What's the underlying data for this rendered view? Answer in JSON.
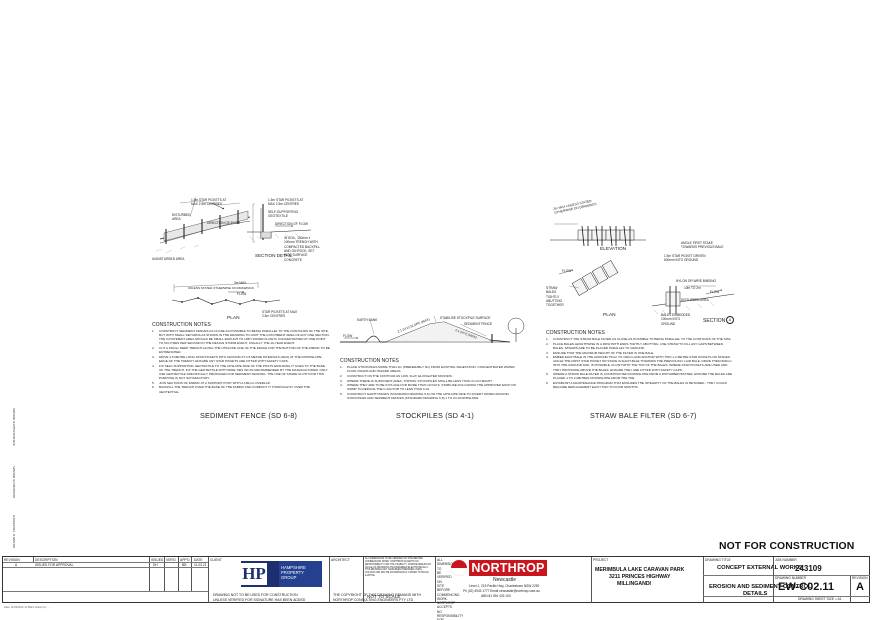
{
  "not_for_construction": "NOT FOR CONSTRUCTION",
  "side_labels": {
    "job_manager": "JOB MANAGER  B. BROWN",
    "designed": "DESIGNED  B. BROWN",
    "drawn": "DRAWN  D. FRAPPORTI"
  },
  "sediment_fence": {
    "caption": "SEDIMENT FENCE (SD 6-8)",
    "labels": {
      "stakes_top": "1.5m STAR PICKETS AT MAX 2.5m CENTRES",
      "disturbed": "DISTURBED AREA",
      "direction": "DIRECTION OF FLOW",
      "undisturbed": "UNDISTURBED AREA",
      "section_stakes": "1.5m STAR PICKETS AT MAX 2.5m CENTRES",
      "geotextile": "SELF-SUPPORTING GEOTEXTILE",
      "flow": "DIRECTION OF FLOW",
      "trench": "IN SOIL, 150mm x 100mm TRENCH WITH COMPACTED BACKFILL AND ON ROCK, SET INTO SURFACE CONCRETE",
      "section_detail": "SECTION DETAIL",
      "plan": "PLAN",
      "plan_top": "3m MAX",
      "plan_note": "UNLESS STATED OTHERWISE ON DRAWINGS",
      "plan_flow": "FLOW",
      "plan_stakes": "STAR PICKETS AT MAX 2.5m CENTRES"
    },
    "notes_title": "CONSTRUCTION NOTES",
    "notes": [
      "CONSTRUCT SEDIMENT FENCES AS CLOSE AS POSSIBLE TO BEING PARALLEL TO THE CONTOURS OF THE SITE, BUT WITH SMALL RETURNS AS SHOWN IN THE DRAWING TO LIMIT THE CATCHMENT AREA OF ANY ONE SECTION. THE CATCHMENT AREA SHOULD BE SMALL ENOUGH TO LIMIT WATER FLOW IF CONCENTRATED AT ONE POINT TO 50 LITRES PER SECOND IN THE DESIGN STORM EVENT, USUALLY THE 10-YEAR EVENT.",
      "CUT A 150mm DEEP TRENCH ALONG THE UPSLOPE LINE OF THE FENCE FOR THE BOTTOM OF THE FABRIC TO BE ENTRENCHED.",
      "DRIVE 1.5 METRE LONG STAR PICKETS INTO GROUND AT 2.5 METRE INTERVALS (MAX) AT THE DOWNSLOPE EDGE OF THE TRENCH. ENSURE ANY STAR PICKETS ARE FITTED WITH SAFETY CAPS.",
      "FIX SELF-SUPPORTING GEOTEXTILE TO THE UPSLOPE SIDE OF THE POSTS ENSURING IT GOES TO THE BASE OF THE TRENCH. FIX THE GEOTEXTILE WITH WIRE TIES OR AS RECOMMENDED BY THE MANUFACTURER. ONLY USE GEOTEXTILE SPECIFICALLY PRODUCED FOR SEDIMENT FENCING. THE USE OF SHADE CLOTH FOR THIS PURPOSE IS NOT SATISFACTORY.",
      "JOIN SECTIONS OF FABRIC AT A SUPPORT POST WITH A 150mm OVERLAP.",
      "BACKFILL THE TRENCH OVER THE BASE OF THE FABRIC AND COMPACT IT THOROUGHLY OVER THE GEOTEXTILE."
    ]
  },
  "stockpiles": {
    "caption": "STOCKPILES (SD 4-1)",
    "labels": {
      "earth_bank": "EARTH BANK",
      "stabilise": "STABILISE STOCKPILE SURFACE",
      "sediment_fence": "SEDIMENT FENCE",
      "flow": "FLOW",
      "slope_left": "2:1 (H:V) SLOPE (MAX)",
      "slope_right": "2:1 (H:V) (MAX)"
    },
    "notes_title": "CONSTRUCTION NOTES",
    "notes": [
      "PLACE STOCKPILES MORE THAN 2m (PREFERABLY 5m) FROM EXISTING VEGETATION, CONCENTRATED WATER FLOW, ROADS AND HAZARD AREAS.",
      "CONSTRUCT ON THE CONTOUR AS LOW, FLAT, ELONGATED MOUNDS.",
      "WHERE THERE IS SUFFICIENT AREA, TOPSOIL STOCKPILES SHALL BE LESS THAN 2m IN HEIGHT.",
      "WHERE THEY ARE TO BE IN PLACE FOR MORE THAN 10 DAYS, STABILISE FOLLOWING THE APPROVED ESCP OR SWMP TO REDUCE THE C-FACTOR TO LESS THAN 0.10.",
      "CONSTRUCT EARTH BANKS (STANDARD DRAWING 5-5) ON THE UPSLOPE SIDE TO DIVERT WATER AROUND STOCKPILES AND SEDIMENT FENCES (STANDARD DRAWING 6-8) 1 TO 2m DOWNSLOPE."
    ]
  },
  "straw_bale": {
    "caption": "STRAW BALE FILTER (SD 6-7)",
    "labels": {
      "elevation": "ELEVATION",
      "elev_note": "2m MAX UNLESS STATED OTHERWISE ON DRAWINGS",
      "angle_stake": "ANGLE FIRST STAKE TOWARDS PREVIOUS BALE",
      "star_picket": "1.5m STAR PICKET DRIVEN 600mm INTO GROUND",
      "flow": "FLOW",
      "straw_bales": "STRAW BALES TIGHTLY ABUTTING TOGETHER",
      "plan": "PLAN",
      "nylon": "NYLON OR WIRE BINDING",
      "dim": "10m TO 2m",
      "disturbed": "DISTURBED AREA",
      "flow2": "FLOW",
      "bales_embedded": "BALES EMBEDDED 100mm INTO GROUND",
      "section": "SECTION",
      "section_ref": "A"
    },
    "notes_title": "CONSTRUCTION NOTES",
    "notes": [
      "CONSTRUCT THE STRAW BALE FILTER AS CLOSE AS POSSIBLE TO BEING PARALLEL TO THE CONTOURS OF THE SITE.",
      "PLACE BALES LENGTHWISE IN A ROW WITH ENDS TIGHTLY ABUTTING. USE STRAW TO FILL ANY GAPS BETWEEN BALES. STRAWS ARE TO BE PLACED PARALLEL TO GROUND.",
      "ENSURE THAT THE MAXIMUM HEIGHT OF THE FILTER IS ONE BALE.",
      "EMBED EACH BALE IN THE GROUND 75mm TO 100mm AND ANCHOR WITH TWO 1.2 METRE STAR PICKETS OR STAKES. ANGLE THE FIRST STAR PICKET OR STAKE IN EACH BALE TOWARDS THE PREVIOUSLY LAID BALE. DRIVE THEM 600mm INTO THE GROUND AND, IF POSSIBLE, FLUSH WITH THE TOP OF THE BALES. WHERE STAR PICKETS ARE USED AND THEY PROTRUDE ABOVE THE BALES, ENSURE THEY ARE FITTED WITH SAFETY CAPS.",
      "WHERE A STRAW BALE FILTER IS CONSTRUCTED DOWNSLOPE FROM A DISTURBED BATTER, ENSURE THE BALES ARE PLACED 1 TO 2 METRES DOWNSLOPE FROM THE TOE.",
      "ESTABLISH A MAINTENANCE PROGRAM THAT ENSURES THE INTEGRITY OF THE BALES IS RETAINED - THEY COULD REQUIRE REPLACEMENT EACH TWO TO FOUR MONTHS."
    ]
  },
  "title_block": {
    "headers": {
      "revision": "REVISION",
      "description": "DESCRIPTION",
      "issued": "ISSUED",
      "verd": "VER'D",
      "appd": "APP'D",
      "date": "DATE",
      "client": "CLIENT",
      "architect": "ARCHITECT"
    },
    "row": {
      "revision": "A",
      "description": "ISSUED FOR APPROVAL",
      "issued": "DH",
      "verd": "",
      "appd": "BB",
      "date": "11.03.21"
    },
    "client_logo": {
      "letters": "HP",
      "name_line1": "HAMPSHIRE",
      "name_line2": "PROPERTY",
      "name_line3": "GROUP"
    },
    "drawing_note_line1": "DRAWING NOT TO BE USED FOR CONSTRUCTION",
    "drawing_note_line2": "UNLESS VERIFIED FOR SIGNATURE HAS BEEN ADDED",
    "copyright_line1": "THE COPYRIGHT OF THIS DRAWING REMAINS WITH",
    "copyright_line2": "NORTHROP CONSULTING ENGINEERS PTY LTD",
    "disclaimer": "ALL DIMENSIONS TO BE VERIFIED ON SITE BEFORE COMMENCING WORK. NORTHROP ACCEPTS NO RESPONSIBILITY FOR THE USABILITY, COMPLETENESS OR SCALE OF DRAWINGS TRANSFERRED ELECTRONICALLY. THIS DRAWING MAY HAVE BEEN PREPARED USING COLOUR AND MAY BE INCOMPLETE IF COPIED TO BLACK & WHITE.",
    "scale": "NOT TO SCALE",
    "firm": {
      "name": "NORTHROP",
      "office": "Newcastle",
      "address": "Level 1, 215 Pacific Hwy, Charlestown NSW 2290",
      "contact": "Ph (02) 4943 1777   Email newcastle@northrop.com.au",
      "abn": "ABN 81 094 433 100"
    },
    "project_label": "PROJECT",
    "project_line1": "MERIMBULA LAKE CARAVAN PARK",
    "project_line2": "3211 PRINCES HIGHWAY",
    "project_line3": "MILLINGANDI",
    "drawing_title_label": "DRAWING TITLE",
    "drawing_title1": "CONCEPT EXTERNAL WORKS",
    "drawing_title2": "EROSION AND SEDIMENT CONTROL",
    "drawing_title3": "DETAILS",
    "job_number_label": "JOB NUMBER",
    "job_number": "243109",
    "drawing_number_label": "DRAWING NUMBER",
    "drawing_number": "EW-C02.11",
    "revision_label": "REVISION",
    "revision": "A",
    "sheet_size": "DRAWING SHEET SIZE = A1"
  },
  "footer_path": "Date: 11/03/2021   11:58am   Drawn by: ..."
}
